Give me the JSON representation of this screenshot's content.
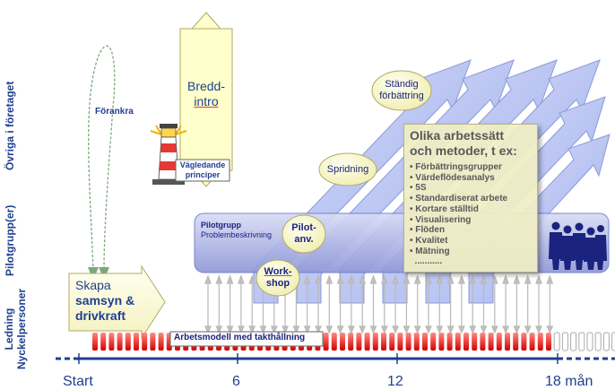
{
  "lanes": {
    "ovriga": "Övriga i företaget",
    "pilotgrupp": "Pilotgrupp(er)",
    "ledning": "Ledning\nNyckelpersoner"
  },
  "forankra": "Förankra",
  "bredd": {
    "line1": "Bredd-",
    "line2": "intro"
  },
  "vagledande": {
    "line1": "Vägledande",
    "line2": "principer"
  },
  "pilot_box": {
    "title": "Pilotgrupp",
    "subtitle": "Problembeskrivning"
  },
  "ellipses": {
    "standig": {
      "line1": "Ständig",
      "line2": "förbättring"
    },
    "spridning": "Spridning",
    "pilot_anv": {
      "line1": "Pilot-",
      "line2": "anv."
    },
    "workshop": {
      "line1": "Work-",
      "line2": "shop"
    }
  },
  "methods": {
    "title": "Olika arbetssätt\noch metoder, t ex:",
    "items": [
      "• Förbättringsgrupper",
      "• Värdeflödesanalys",
      "• 5S",
      "• Standardiserat arbete",
      "• Kortare ställtid",
      "• Visualisering",
      "• Flöden",
      "• Kvalitet",
      "• Mätning",
      "  ..........."
    ]
  },
  "skapa": {
    "line1": "Skapa",
    "line2": "samsyn &",
    "line3": "drivkraft"
  },
  "arbetsmodell": "Arbetsmodell med takthållning",
  "timeline": {
    "ticks": [
      "Start",
      "6",
      "12",
      "18 mån"
    ]
  },
  "colors": {
    "lane_text": "#1f3f8f",
    "bredd_fill": "#ffffcc",
    "pilot_box_fill": "#9fa8da",
    "arrow_fill": "#aab8f0",
    "ellipse_fill": "#fafac8",
    "timeline": "#1f3f8f",
    "stripes_red": "#e53935"
  }
}
